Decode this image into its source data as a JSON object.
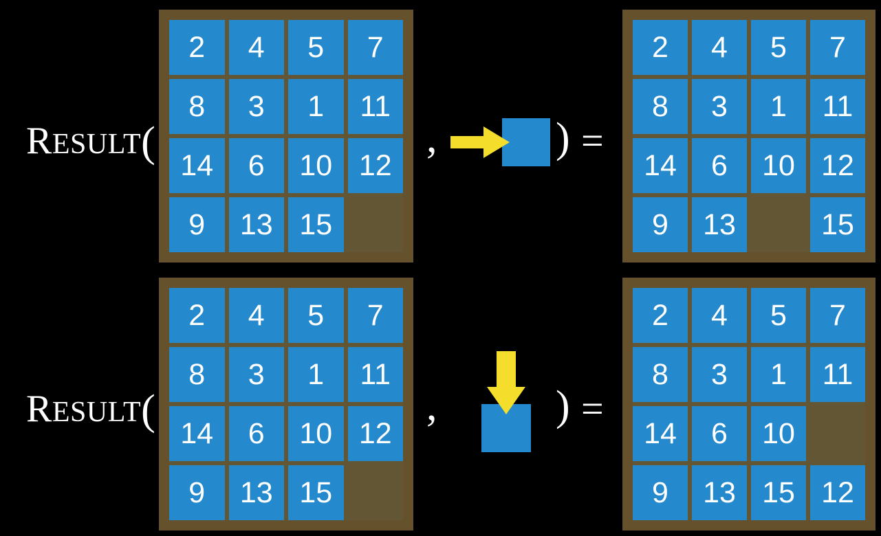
{
  "background_color": "#000000",
  "colors": {
    "board": "#65512c",
    "board_interior": "#635634",
    "tile": "#2589ce",
    "tile_text": "#ffffff",
    "arrow": "#f4dd2b",
    "text": "#ffffff"
  },
  "rows": [
    {
      "id": "row-right-move",
      "label": {
        "cap": "R",
        "smallcaps": "ESULT",
        "open_paren": "("
      },
      "separator_comma": ",",
      "operator": {
        "icon": "arrow-right-into-square",
        "direction": "right",
        "arrow_color": "#f4dd2b",
        "square_color": "#2589ce"
      },
      "close_paren": ")",
      "equals": "=",
      "input_grid": {
        "name": "input-board-row1",
        "rows": 4,
        "cols": 4,
        "cells": [
          [
            "2",
            "4",
            "5",
            "7"
          ],
          [
            "8",
            "3",
            "1",
            "11"
          ],
          [
            "14",
            "6",
            "10",
            "12"
          ],
          [
            "9",
            "13",
            "15",
            ""
          ]
        ],
        "blank_position": {
          "row": 3,
          "col": 3
        }
      },
      "output_grid": {
        "name": "output-board-row1",
        "rows": 4,
        "cols": 4,
        "cells": [
          [
            "2",
            "4",
            "5",
            "7"
          ],
          [
            "8",
            "3",
            "1",
            "11"
          ],
          [
            "14",
            "6",
            "10",
            "12"
          ],
          [
            "9",
            "13",
            "",
            "15"
          ]
        ],
        "blank_position": {
          "row": 3,
          "col": 2
        }
      }
    },
    {
      "id": "row-down-move",
      "label": {
        "cap": "R",
        "smallcaps": "ESULT",
        "open_paren": "("
      },
      "separator_comma": ",",
      "operator": {
        "icon": "arrow-down-into-square",
        "direction": "down",
        "arrow_color": "#f4dd2b",
        "square_color": "#2589ce"
      },
      "close_paren": ")",
      "equals": "=",
      "input_grid": {
        "name": "input-board-row2",
        "rows": 4,
        "cols": 4,
        "cells": [
          [
            "2",
            "4",
            "5",
            "7"
          ],
          [
            "8",
            "3",
            "1",
            "11"
          ],
          [
            "14",
            "6",
            "10",
            "12"
          ],
          [
            "9",
            "13",
            "15",
            ""
          ]
        ],
        "blank_position": {
          "row": 3,
          "col": 3
        }
      },
      "output_grid": {
        "name": "output-board-row2",
        "rows": 4,
        "cols": 4,
        "cells": [
          [
            "2",
            "4",
            "5",
            "7"
          ],
          [
            "8",
            "3",
            "1",
            "11"
          ],
          [
            "14",
            "6",
            "10",
            ""
          ],
          [
            "9",
            "13",
            "15",
            "12"
          ]
        ],
        "blank_position": {
          "row": 2,
          "col": 3
        }
      }
    }
  ]
}
